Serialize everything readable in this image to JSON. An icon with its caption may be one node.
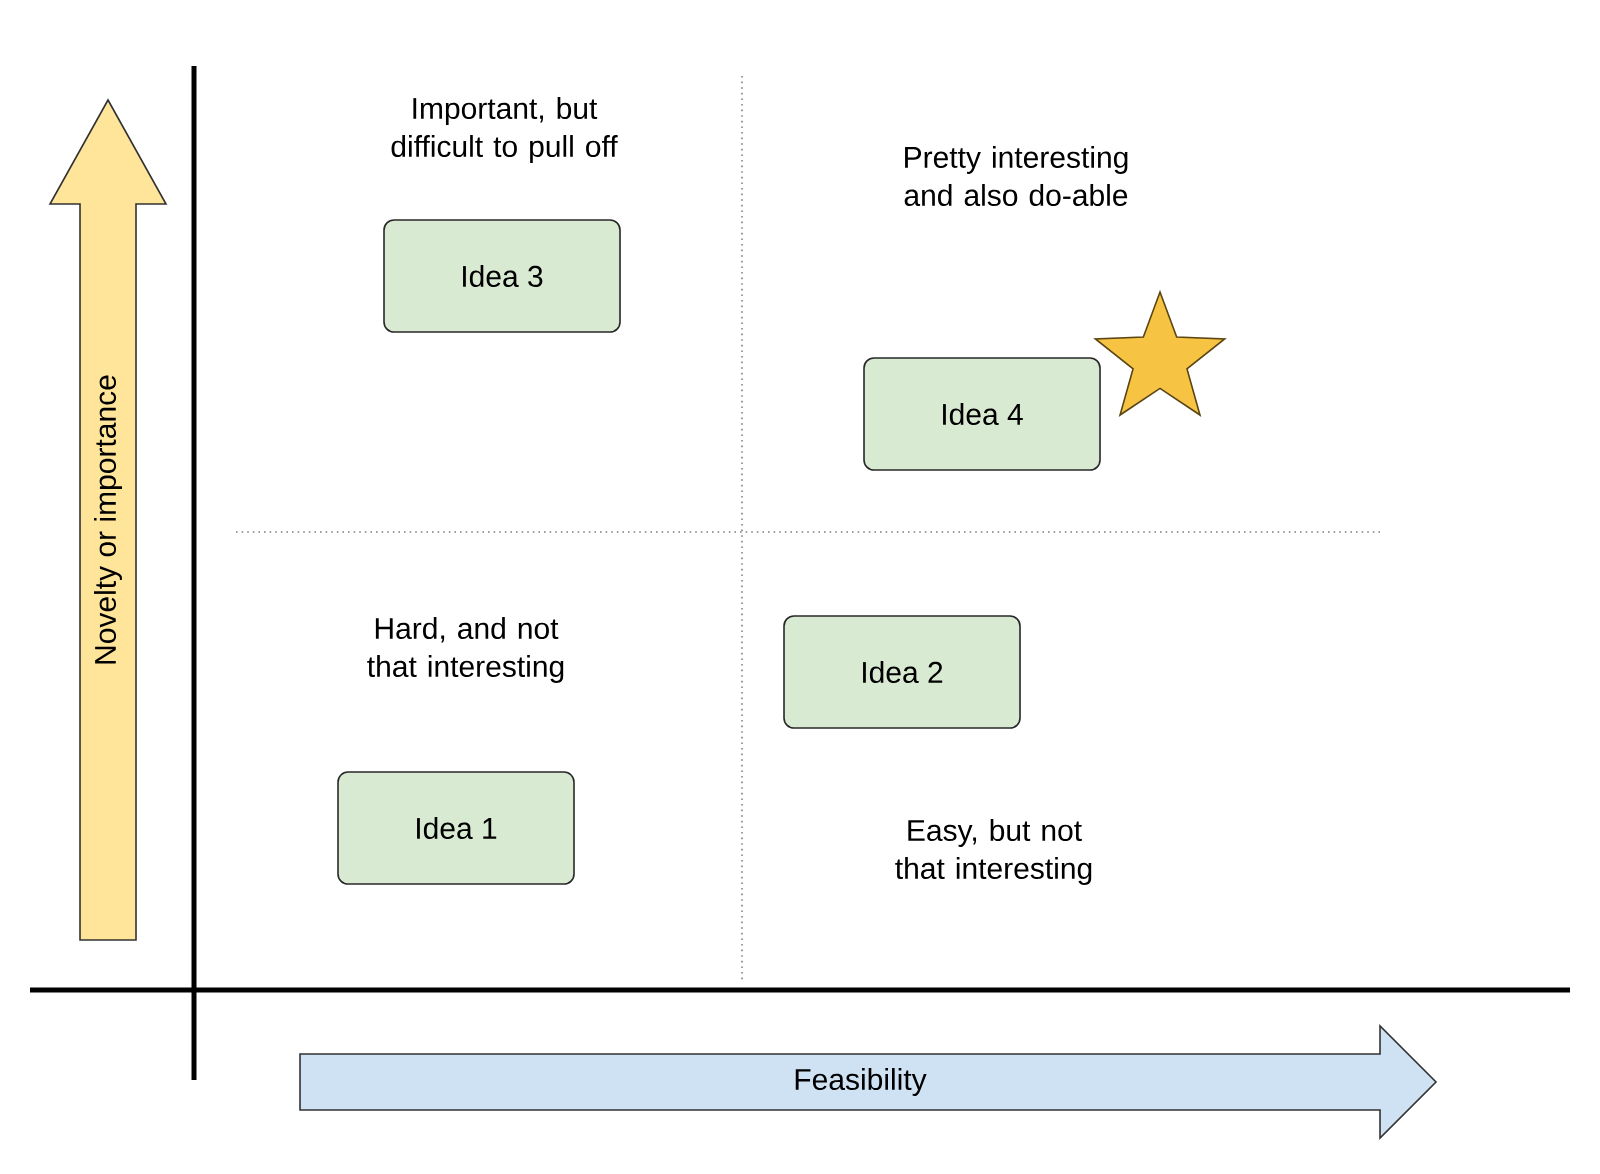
{
  "diagram": {
    "nodes": [
      {
        "text": [
          "Novelty or importance"
        ]
      },
      {
        "text": [
          "Idea 3"
        ]
      },
      {
        "text": [
          "Idea 4"
        ]
      },
      {
        "text": [
          "Idea 2"
        ]
      },
      {
        "text": [
          "Idea 1"
        ]
      },
      {
        "text": [
          "Feasibility"
        ]
      }
    ],
    "labels": [
      "Important, but difficult to pull off",
      "Pretty interesting and also do-able",
      "Hard, and not that interesting",
      "Easy, but not that interesting"
    ]
  }
}
